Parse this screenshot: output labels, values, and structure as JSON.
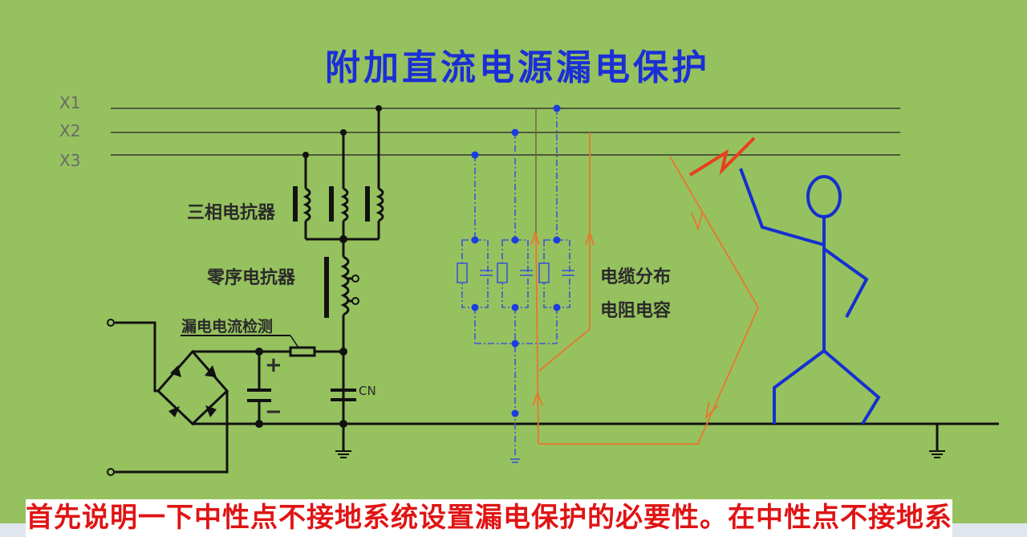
{
  "title": "附加直流电源漏电保护",
  "phase_labels": [
    "X1",
    "X2",
    "X3"
  ],
  "labels": {
    "three_phase_reactor": "三相电抗器",
    "zero_seq_reactor": "零序电抗器",
    "leak_detect": "漏电电流检测",
    "cn": "CN",
    "plus": "+",
    "minus": "−",
    "cable_line1": "电缆分布",
    "cable_line2": "电阻电容"
  },
  "subtitle": "首先说明一下中性点不接地系统设置漏电保护的必要性。在中性点不接地系统",
  "colors": {
    "background": "#96c15f",
    "title": "#1b2fd6",
    "wire": "#1a1a1a",
    "cable": "#1b3ee0",
    "current": "#e8772e",
    "person": "#1530d0",
    "spark": "#e8401a",
    "subtitle": "#e01414"
  }
}
